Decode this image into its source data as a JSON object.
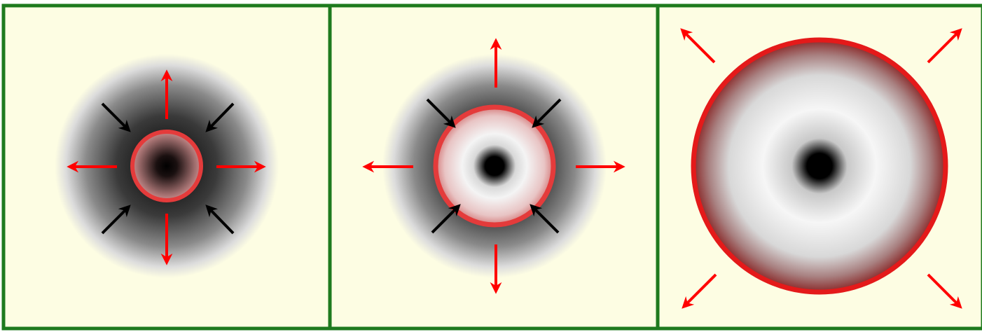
{
  "colors": {
    "background": "#fdfde3",
    "frame": "#1e7a1e",
    "outward_arrow": "#ff0000",
    "inward_arrow": "#000000",
    "front_ring": "#e43b3b",
    "core": "#000000"
  },
  "panels": [
    {
      "id": "panel-1",
      "cloud": "dark-gray-halo",
      "front_interior": "dark-center",
      "outward_arrows": [
        "up",
        "down",
        "left",
        "right"
      ],
      "inward_arrows": [
        "upper-left",
        "upper-right",
        "lower-left",
        "lower-right"
      ]
    },
    {
      "id": "panel-2",
      "cloud": "dark-gray-halo",
      "front_interior": "light-with-black-core",
      "outward_arrows": [
        "up",
        "down",
        "left",
        "right"
      ],
      "inward_arrows": [
        "upper-left",
        "upper-right",
        "lower-left",
        "lower-right"
      ]
    },
    {
      "id": "panel-3",
      "cloud": "none",
      "front_interior": "light-with-black-core",
      "outward_arrows": [
        "upper-left",
        "upper-right",
        "lower-left",
        "lower-right"
      ],
      "inward_arrows": []
    }
  ]
}
